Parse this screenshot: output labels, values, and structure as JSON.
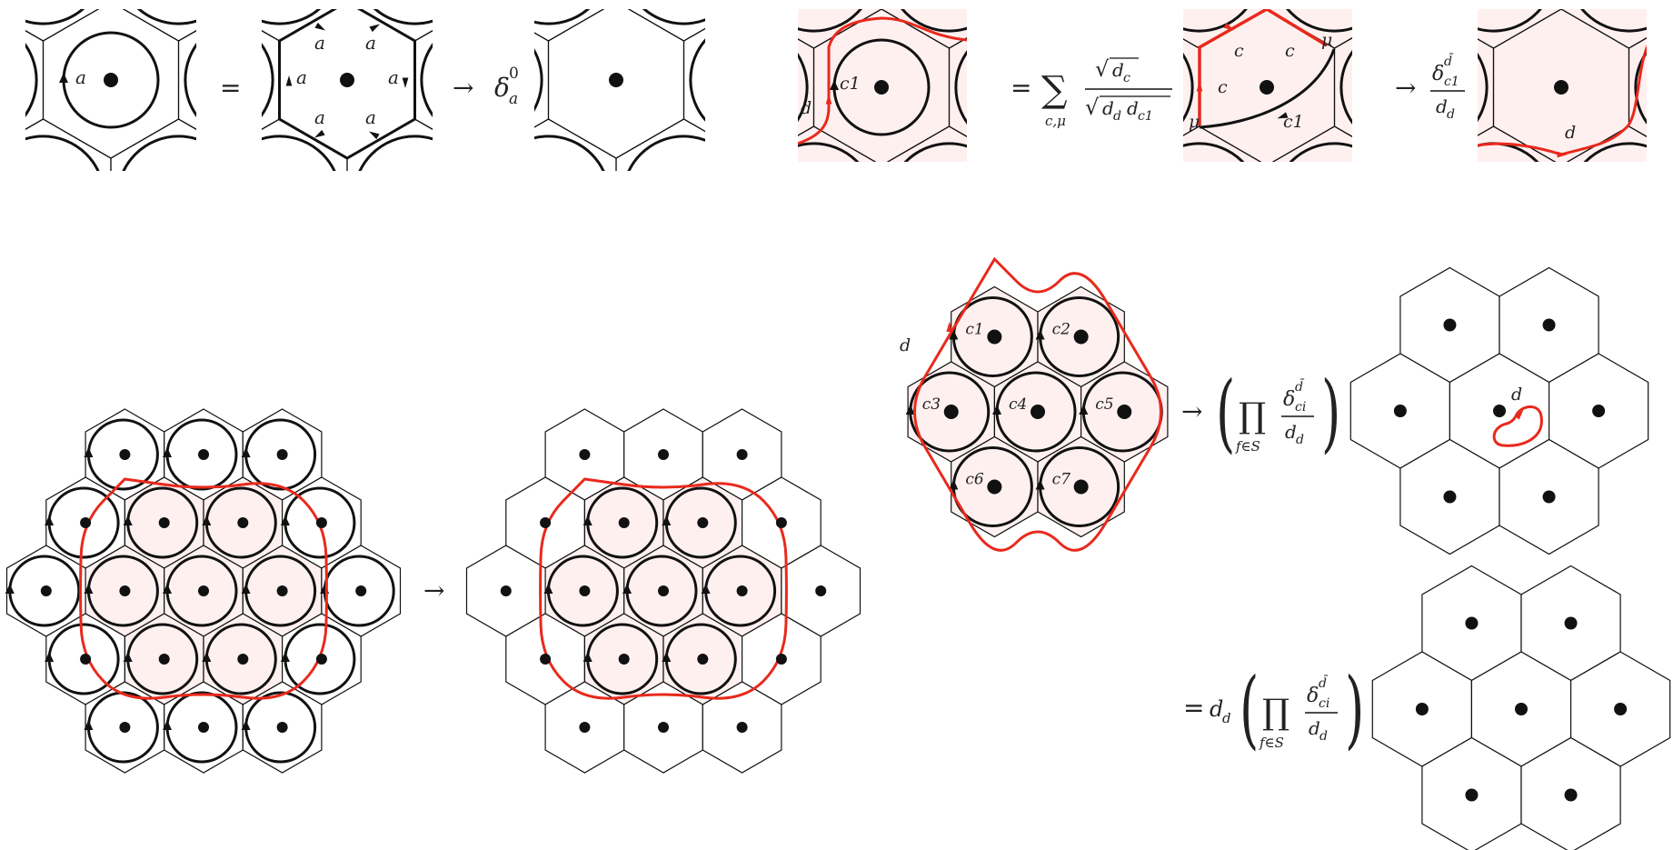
{
  "colors": {
    "ink": "#111111",
    "red": "#e8291c",
    "shade": "#fff0f0",
    "face": "#ffffff"
  },
  "labels": {
    "a": "a",
    "zero": "0",
    "d": "d",
    "c": "c",
    "mu": "μ",
    "dbar": "d̄",
    "c1": "c1",
    "sub_c": "c",
    "sub_d": "d",
    "sub_ci": "ci",
    "sub_cmu": "c,μ",
    "sub_fS": "f∈S",
    "c_labels": [
      "c1",
      "c2",
      "c3",
      "c4",
      "c5",
      "c6",
      "c7"
    ]
  },
  "symbols": {
    "eq": "=",
    "arrow": "→",
    "delta": "δ",
    "sum": "∑",
    "prod": "∏",
    "sqrt": "√",
    "lparen": "(",
    "rparen": ")"
  }
}
